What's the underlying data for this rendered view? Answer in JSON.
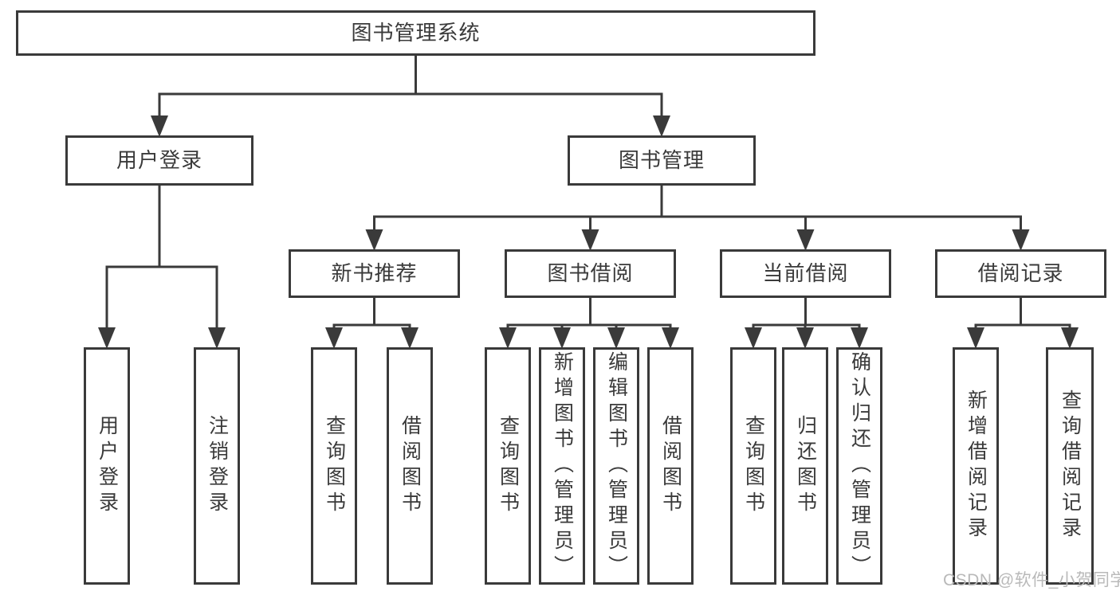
{
  "diagram": {
    "type": "hierarchy-diagram",
    "title": "图书管理系统",
    "watermark": "CSDN @软件_小贺同学",
    "colors": {
      "line": "#3a3a3a",
      "box_border": "#3a3a3a",
      "text": "#3a3a3a",
      "background": "#ffffff",
      "watermark": "#b9b9b9"
    }
  },
  "nodes": {
    "root": {
      "label": "图书管理系统",
      "level": 1
    },
    "user_login": {
      "label": "用户登录",
      "level": 2
    },
    "book_mgmt": {
      "label": "图书管理",
      "level": 2
    },
    "new_book_rec": {
      "label": "新书推荐",
      "level": 3
    },
    "book_borrow": {
      "label": "图书借阅",
      "level": 3
    },
    "current_borrow": {
      "label": "当前借阅",
      "level": 3
    },
    "borrow_record": {
      "label": "借阅记录",
      "level": 3
    },
    "leaf_user_login": {
      "label": "用户登录",
      "level": 4
    },
    "leaf_logout": {
      "label": "注销登录",
      "level": 4
    },
    "leaf_query_book_a": {
      "label": "查询图书",
      "level": 4
    },
    "leaf_borrow_book_a": {
      "label": "借阅图书",
      "level": 4
    },
    "leaf_query_book_b": {
      "label": "查询图书",
      "level": 4
    },
    "leaf_add_book": {
      "label": "新增图书（管理员）",
      "level": 4
    },
    "leaf_edit_book": {
      "label": "编辑图书（管理员）",
      "level": 4
    },
    "leaf_borrow_book_b": {
      "label": "借阅图书",
      "level": 4
    },
    "leaf_query_book_c": {
      "label": "查询图书",
      "level": 4
    },
    "leaf_return_book": {
      "label": "归还图书",
      "level": 4
    },
    "leaf_confirm_return": {
      "label": "确认归还（管理员）",
      "level": 4
    },
    "leaf_add_record": {
      "label": "新增借阅记录",
      "level": 4
    },
    "leaf_query_record": {
      "label": "查询借阅记录",
      "level": 4
    }
  },
  "edges": [
    {
      "from": "root",
      "to": [
        "user_login",
        "book_mgmt"
      ]
    },
    {
      "from": "user_login",
      "to": [
        "leaf_user_login",
        "leaf_logout"
      ]
    },
    {
      "from": "book_mgmt",
      "to": [
        "new_book_rec",
        "book_borrow",
        "current_borrow",
        "borrow_record"
      ]
    },
    {
      "from": "new_book_rec",
      "to": [
        "leaf_query_book_a",
        "leaf_borrow_book_a"
      ]
    },
    {
      "from": "book_borrow",
      "to": [
        "leaf_query_book_b",
        "leaf_add_book",
        "leaf_edit_book",
        "leaf_borrow_book_b"
      ]
    },
    {
      "from": "current_borrow",
      "to": [
        "leaf_query_book_c",
        "leaf_return_book",
        "leaf_confirm_return"
      ]
    },
    {
      "from": "borrow_record",
      "to": [
        "leaf_add_record",
        "leaf_query_record"
      ]
    }
  ]
}
